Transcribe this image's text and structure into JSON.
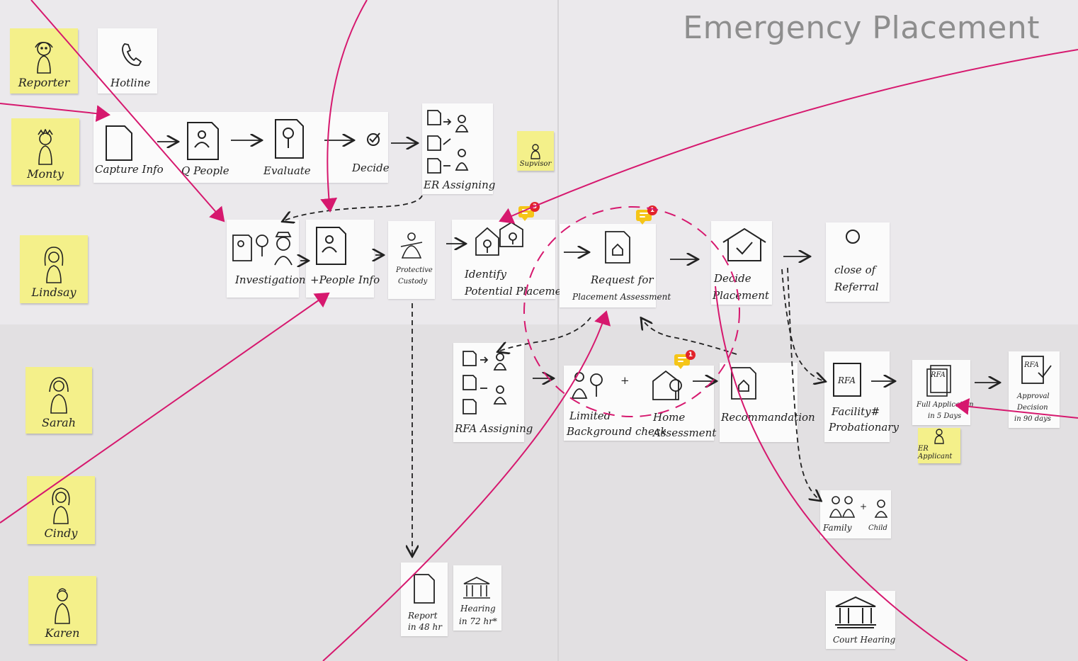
{
  "title": "Emergency Placement",
  "personas": [
    {
      "name": "Reporter"
    },
    {
      "name": "Monty"
    },
    {
      "name": "Lindsay"
    },
    {
      "name": "Sarah"
    },
    {
      "name": "Cindy"
    },
    {
      "name": "Karen"
    }
  ],
  "small_notes": {
    "supervisor": "Supvisor",
    "er_applicant": "ER Applicant"
  },
  "steps": {
    "hotline": "Hotline",
    "capture_info": "Capture Info",
    "q_people": "Q People",
    "evaluate": "Evaluate",
    "decide": "Decide",
    "er_assigning": "ER Assigning",
    "investigation": "Investigation",
    "people_info": "+People Info",
    "protective_custody_1": "Protective",
    "protective_custody_2": "Custody",
    "identify_1": "Identify",
    "identify_2": "Potential Placement",
    "request_1": "Request for",
    "request_2": "Placement Assessment",
    "decide_placement_1": "Decide",
    "decide_placement_2": "Placement",
    "close_1": "close of",
    "close_2": "Referral",
    "rfa_assigning": "RFA Assigning",
    "limited_1": "Limited",
    "limited_2": "Background check",
    "home_1": "Home",
    "home_2": "Assessment",
    "recommendation": "Recommandation",
    "facility_1": "Facility#",
    "facility_2": "Probationary",
    "rfa_icon": "RFA",
    "full_app_1": "Full Application",
    "full_app_2": "in 5 Days",
    "approval_1": "Approval",
    "approval_2": "Decision",
    "approval_3": "in 90 days",
    "family": "Family",
    "child": "Child",
    "report_1": "Report",
    "report_2": "in 48 hr",
    "hearing_1": "Hearing",
    "hearing_2": "in 72 hr*",
    "court_hearing": "Court Hearing"
  },
  "comment_badges": [
    {
      "id": "identify",
      "count": "3"
    },
    {
      "id": "request",
      "count": "1"
    },
    {
      "id": "home",
      "count": "1"
    }
  ],
  "colors": {
    "sticky": "#f4f08a",
    "annotation_line": "#d6186e",
    "badge_bubble": "#f5c518",
    "badge_count": "#e2232a"
  }
}
